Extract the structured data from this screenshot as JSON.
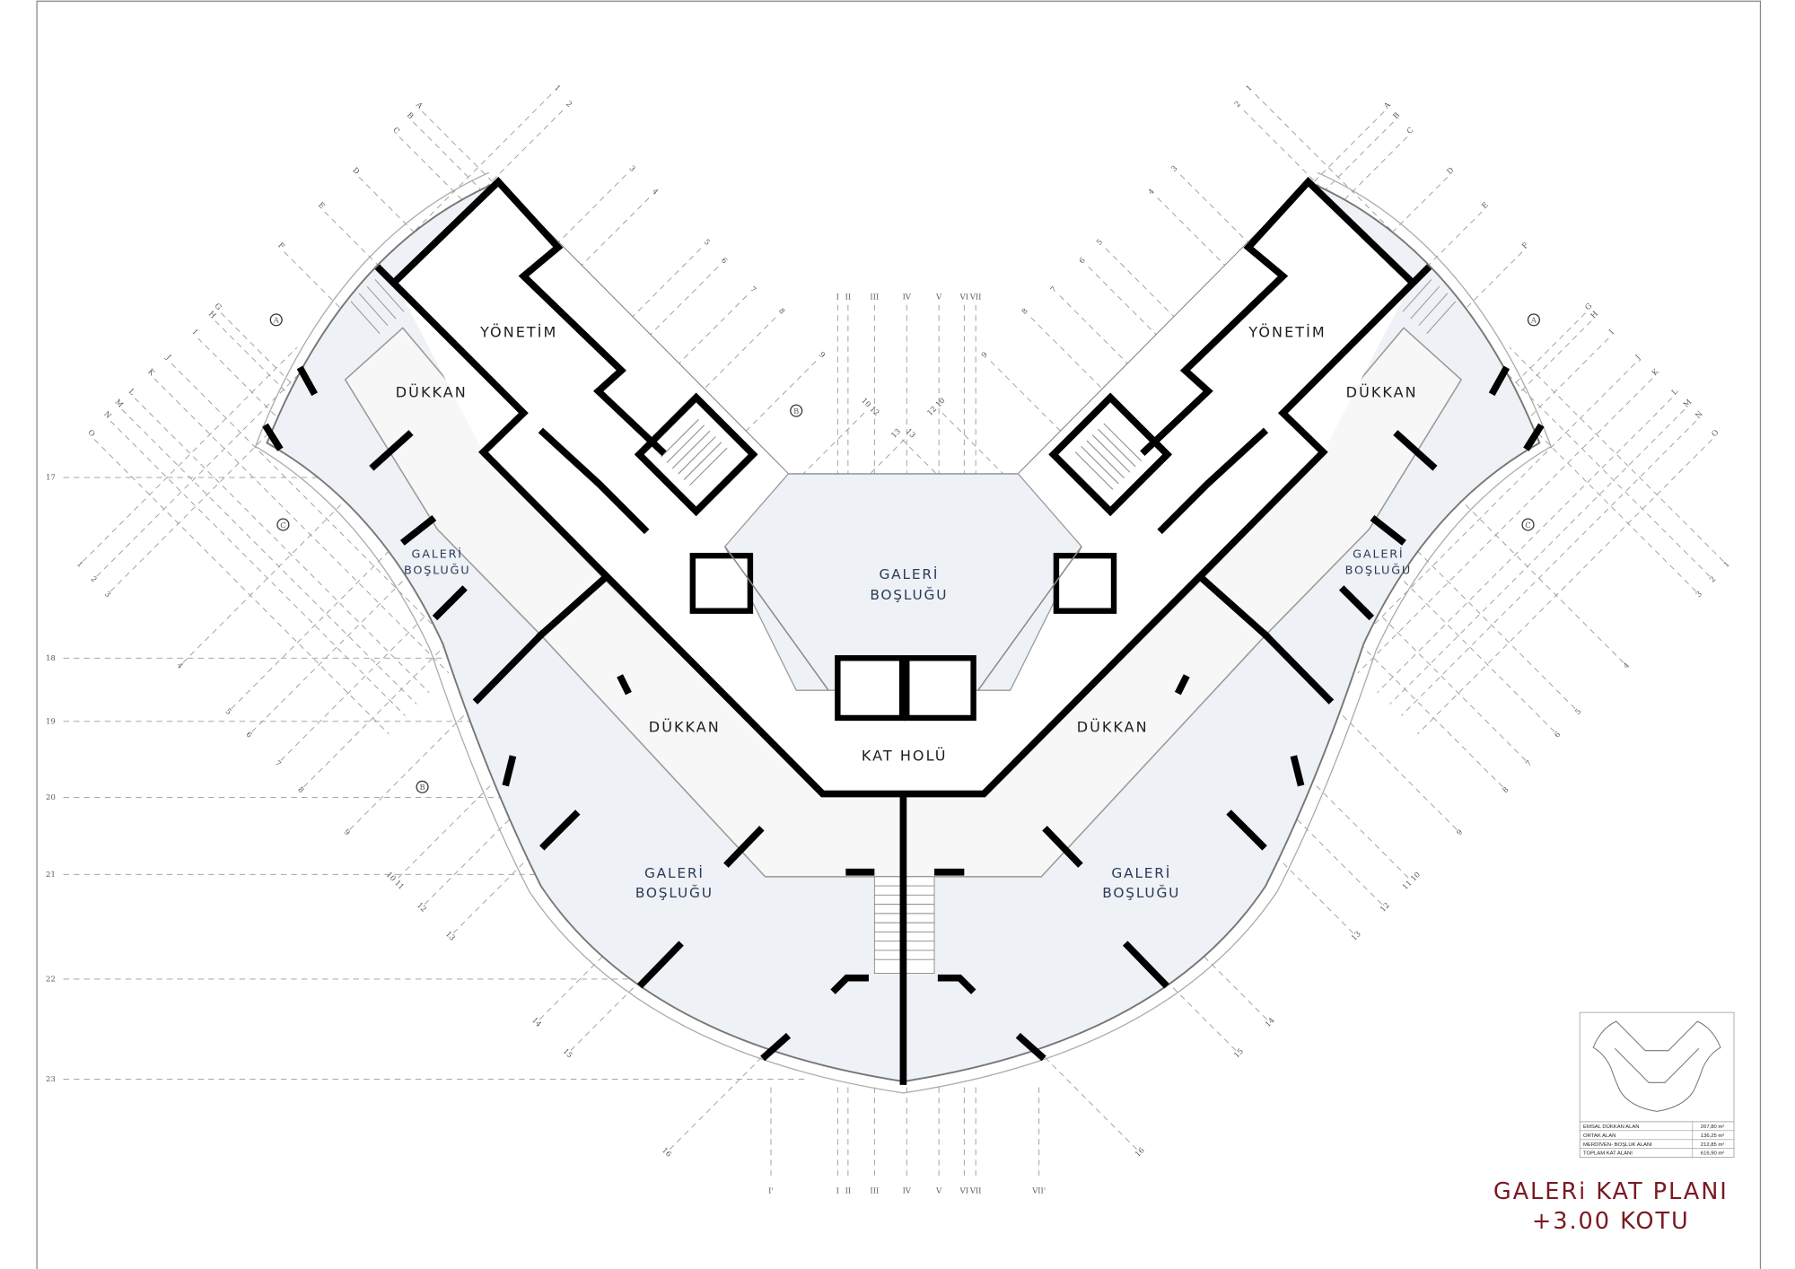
{
  "title": {
    "line1": "GALERi KAT PLANI",
    "line2": "+3.00 KOTU",
    "color": "#7a1a22"
  },
  "rooms": {
    "yonetim_left": "YÖNETİM",
    "yonetim_right": "YÖNETİM",
    "dukkan_upper_left": "DÜKKAN",
    "dukkan_upper_right": "DÜKKAN",
    "dukkan_lower_left": "DÜKKAN",
    "dukkan_lower_right": "DÜKKAN",
    "kat_holu": "KAT HOLÜ",
    "galeri_word": "GALERİ",
    "bosluk_word": "BOŞLUĞU"
  },
  "area_table": {
    "rows": [
      {
        "label": "EMSAL DÜKKAN ALAN",
        "value": "267,80 m²"
      },
      {
        "label": "ORTAK ALAN",
        "value": "136,25 m²"
      },
      {
        "label": "MERDİVEN- BOŞLUK ALANI",
        "value": "212,85 m²"
      },
      {
        "label": "TOPLAM KAT ALANI",
        "value": "616,90 m²"
      }
    ]
  },
  "grid": {
    "horizontal": [
      "17",
      "18",
      "19",
      "20",
      "21",
      "22",
      "23"
    ],
    "vertical_top": [
      "I",
      "II",
      "III",
      "IV",
      "V",
      "VI",
      "VII"
    ],
    "vertical_bottom": [
      "I'",
      "I",
      "II",
      "III",
      "IV",
      "V",
      "VI",
      "VII",
      "VII'"
    ],
    "left_letters": [
      "A",
      "B",
      "C",
      "D",
      "E",
      "F",
      "G",
      "H",
      "I",
      "J",
      "K",
      "L",
      "M",
      "N",
      "O"
    ],
    "left_numbers_upper": [
      "1",
      "2",
      "3",
      "4",
      "5",
      "6",
      "7",
      "8",
      "9",
      "10 12",
      "13"
    ],
    "left_numbers_lower": [
      "1",
      "2",
      "3",
      "4",
      "5",
      "6",
      "7",
      "8",
      "9",
      "10 11",
      "12",
      "13",
      "14",
      "15",
      "16"
    ],
    "right_letters": [
      "A",
      "B",
      "C",
      "D",
      "E",
      "F",
      "G",
      "H",
      "I",
      "J",
      "K",
      "L",
      "M",
      "N",
      "O"
    ],
    "right_numbers_upper": [
      "1",
      "2",
      "3",
      "4",
      "5",
      "6",
      "7",
      "8",
      "9",
      "12 10",
      "13"
    ],
    "right_numbers_lower": [
      "1",
      "2",
      "3",
      "4",
      "5",
      "6",
      "7",
      "8",
      "9",
      "11 10",
      "12",
      "13",
      "14",
      "15",
      "16"
    ]
  },
  "section_markers": [
    "A",
    "C",
    "B",
    "B",
    "A",
    "C"
  ],
  "colors": {
    "galeri_fill": "#eef2f7",
    "dukkan_fill": "#f7f7f8",
    "wall": "#000000"
  }
}
